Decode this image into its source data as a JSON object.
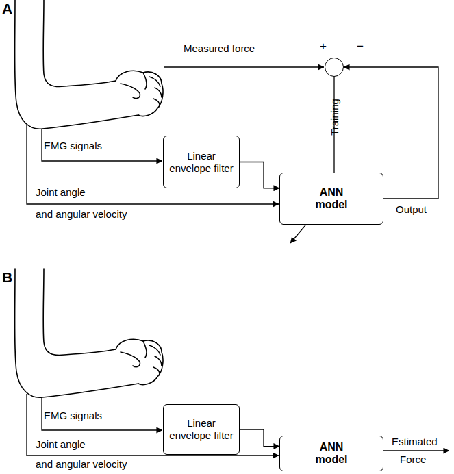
{
  "diagram": {
    "nodes": [
      {
        "text": [
          "+",
          "−"
        ]
      },
      {
        "text": [
          "Linear envelope filter"
        ]
      },
      {
        "text": [
          "ANN model"
        ]
      },
      {
        "text": [
          "Linear envelope filter"
        ]
      },
      {
        "text": [
          "ANN model"
        ]
      }
    ],
    "edges": [
      {
        "from": 1,
        "to": 2,
        "arrow": "to"
      },
      {
        "from": 2,
        "to": 0,
        "label": "Output",
        "arrow": "to"
      },
      {
        "from": 0,
        "to": 2,
        "label": "Training",
        "arrow": "none"
      },
      {
        "from": 3,
        "to": 4,
        "arrow": "to"
      }
    ],
    "labels": [
      "A",
      "Measured force",
      "EMG signals",
      "Joint angle",
      "and angular velocity",
      "B",
      "EMG signals",
      "Joint angle",
      "and angular velocity",
      "Estimated",
      "Force"
    ]
  }
}
